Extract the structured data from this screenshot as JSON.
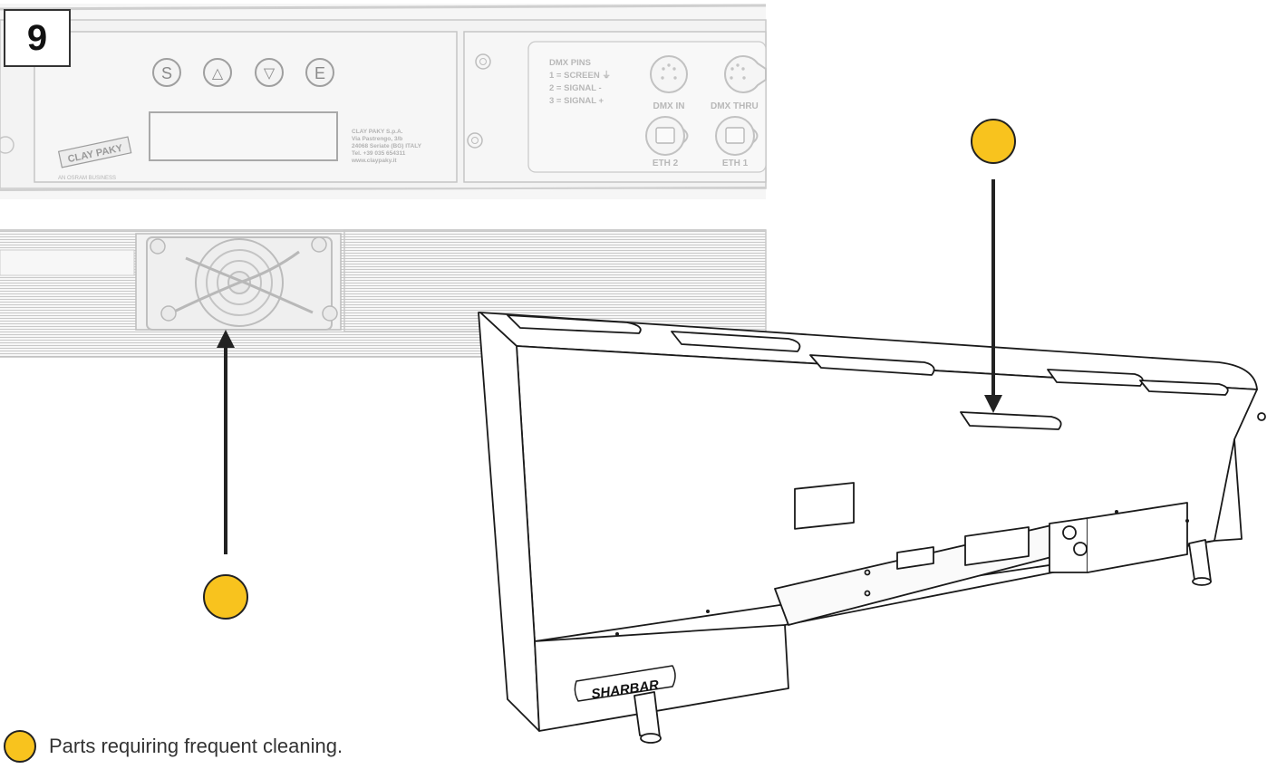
{
  "figure_number": "9",
  "panel": {
    "buttons": [
      "S",
      "△",
      "▽",
      "E"
    ],
    "brand_logo": "CLAY PAKY",
    "brand_subtext": "AN OSRAM BUSINESS",
    "address_lines": [
      "CLAY PAKY S.p.A.",
      "Via Pastrengo, 3/b",
      "24068 Seriate (BG) ITALY",
      "Tel. +39 035 654311",
      "www.claypaky.it"
    ],
    "dmx_pins_title": "DMX PINS",
    "dmx_pin_lines": [
      "1 = SCREEN ⏚",
      "2 = SIGNAL -",
      "3 = SIGNAL +"
    ],
    "connectors": {
      "dmx_in": "DMX IN",
      "dmx_thru": "DMX THRU",
      "eth2": "ETH 2",
      "eth1": "ETH 1"
    }
  },
  "product_label": "SHARBAR",
  "legend_text": "Parts requiring frequent cleaning.",
  "colors": {
    "marker": "#f8c31e",
    "arrow": "#222222"
  }
}
